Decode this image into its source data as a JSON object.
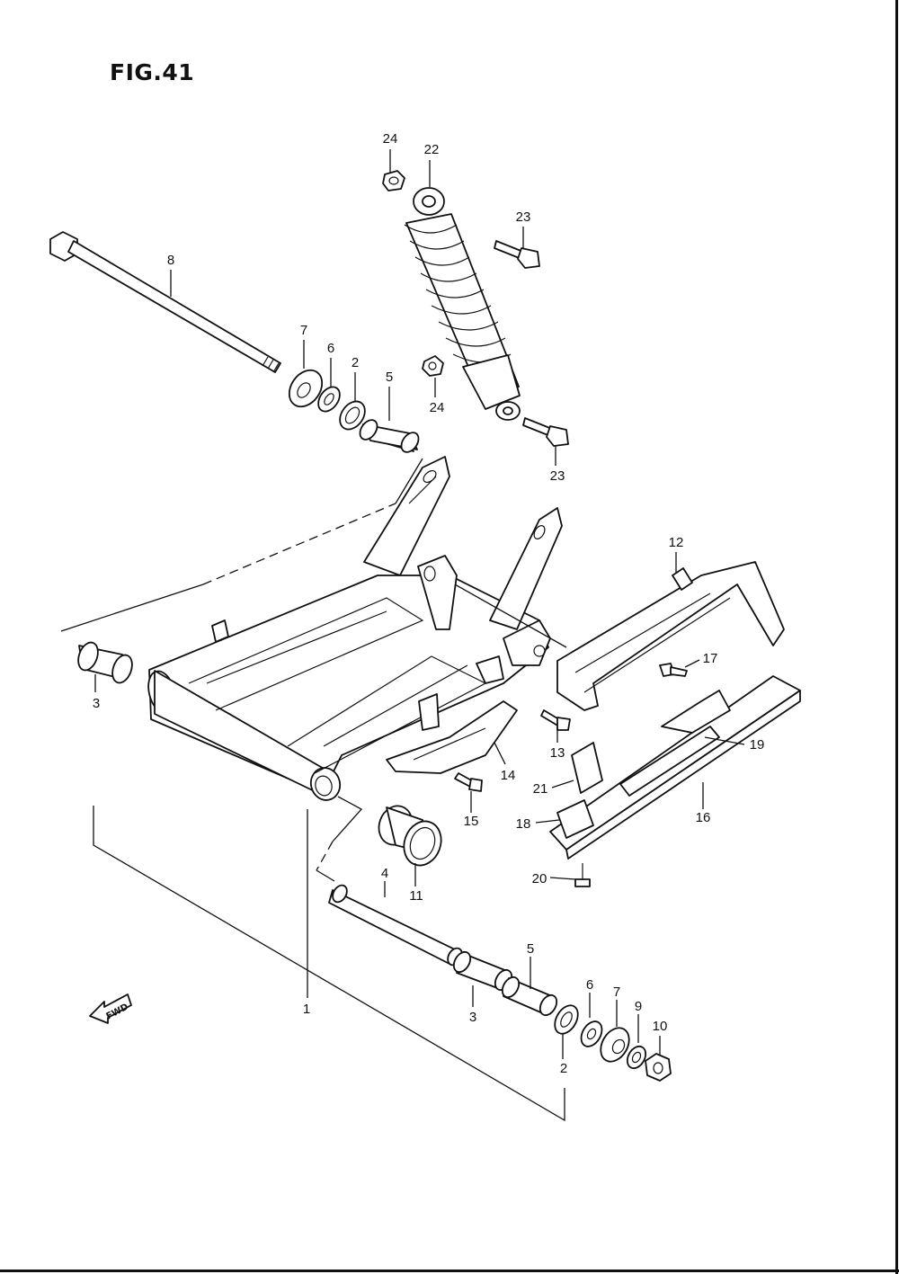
{
  "figure": {
    "title": "FIG.41"
  },
  "direction_marker": {
    "text": "FWD"
  },
  "callouts": [
    {
      "id": "c24a",
      "label": "24"
    },
    {
      "id": "c22",
      "label": "22"
    },
    {
      "id": "c23a",
      "label": "23"
    },
    {
      "id": "c8",
      "label": "8"
    },
    {
      "id": "c7a",
      "label": "7"
    },
    {
      "id": "c6a",
      "label": "6"
    },
    {
      "id": "c2a",
      "label": "2"
    },
    {
      "id": "c5a",
      "label": "5"
    },
    {
      "id": "c24b",
      "label": "24"
    },
    {
      "id": "c23b",
      "label": "23"
    },
    {
      "id": "c12",
      "label": "12"
    },
    {
      "id": "c17",
      "label": "17"
    },
    {
      "id": "c3a",
      "label": "3"
    },
    {
      "id": "c19",
      "label": "19"
    },
    {
      "id": "c13",
      "label": "13"
    },
    {
      "id": "c14",
      "label": "14"
    },
    {
      "id": "c21",
      "label": "21"
    },
    {
      "id": "c16",
      "label": "16"
    },
    {
      "id": "c15",
      "label": "15"
    },
    {
      "id": "c18",
      "label": "18"
    },
    {
      "id": "c20",
      "label": "20"
    },
    {
      "id": "c4",
      "label": "4"
    },
    {
      "id": "c11",
      "label": "11"
    },
    {
      "id": "c5b",
      "label": "5"
    },
    {
      "id": "c6b",
      "label": "6"
    },
    {
      "id": "c7b",
      "label": "7"
    },
    {
      "id": "c9",
      "label": "9"
    },
    {
      "id": "c10",
      "label": "10"
    },
    {
      "id": "c1",
      "label": "1"
    },
    {
      "id": "c3b",
      "label": "3"
    },
    {
      "id": "c2b",
      "label": "2"
    }
  ]
}
